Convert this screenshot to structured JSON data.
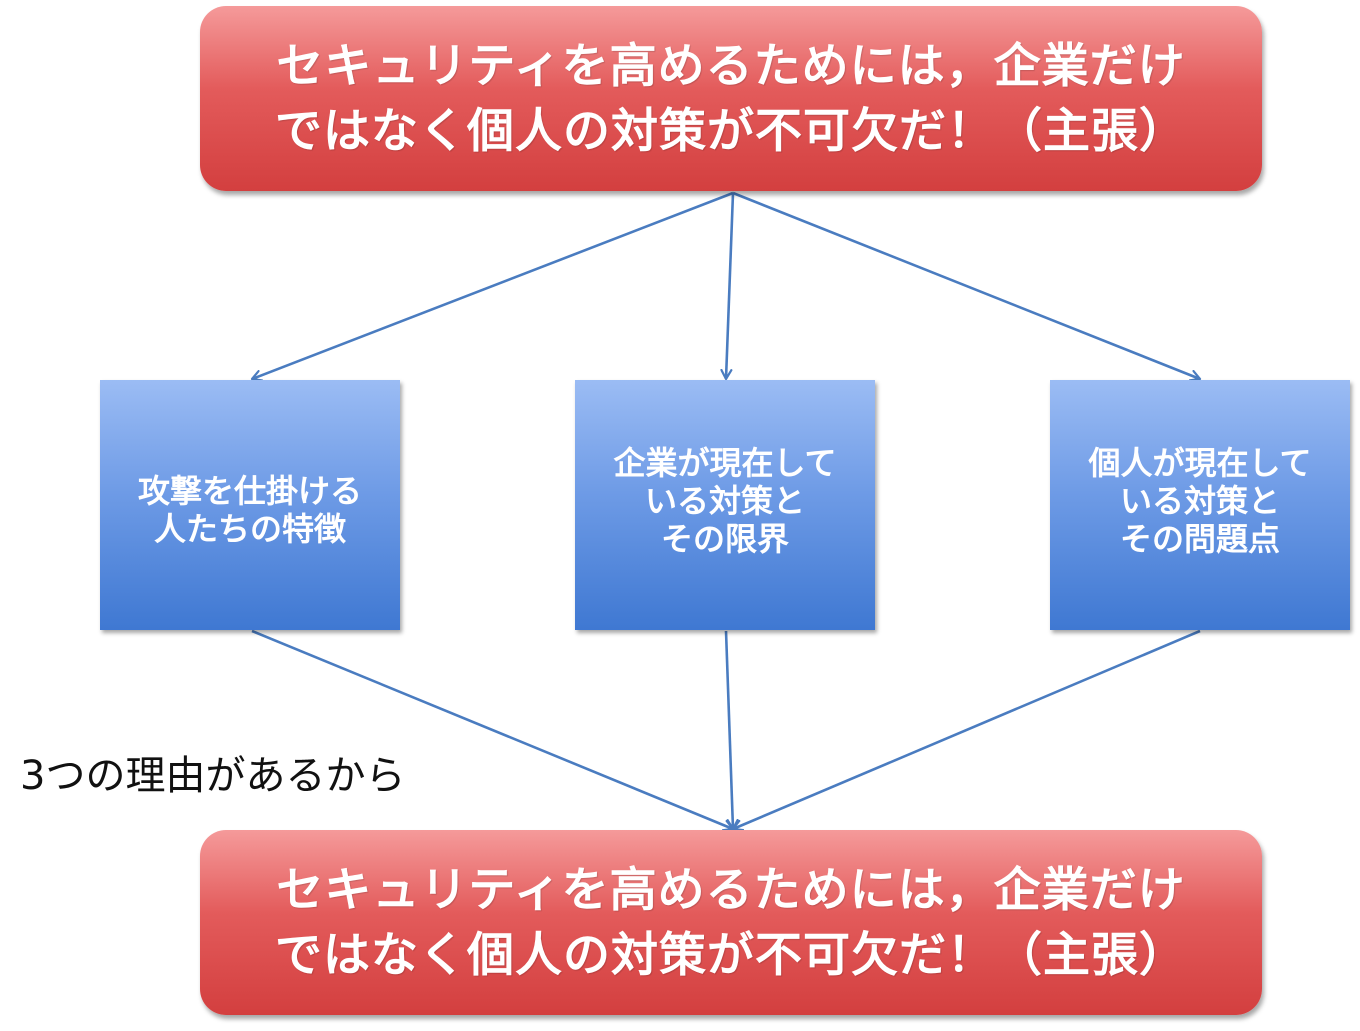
{
  "claim_top": {
    "text": "セキュリティを高めるためには，企業だけ\nではなく個人の対策が不可欠だ！（主張）"
  },
  "reasons": [
    {
      "text": "攻撃を仕掛ける\n人たちの特徴"
    },
    {
      "text": "企業が現在して\nいる対策と\nその限界"
    },
    {
      "text": "個人が現在して\nいる対策と\nその問題点"
    }
  ],
  "side_label": "3つの理由があるから",
  "claim_bottom": {
    "text": "セキュリティを高めるためには，企業だけ\nではなく個人の対策が不可欠だ！（主張）"
  },
  "colors": {
    "claim_box": "#e35b5b",
    "reason_box": "#6e9be6",
    "connector": "#4a7cc0"
  }
}
